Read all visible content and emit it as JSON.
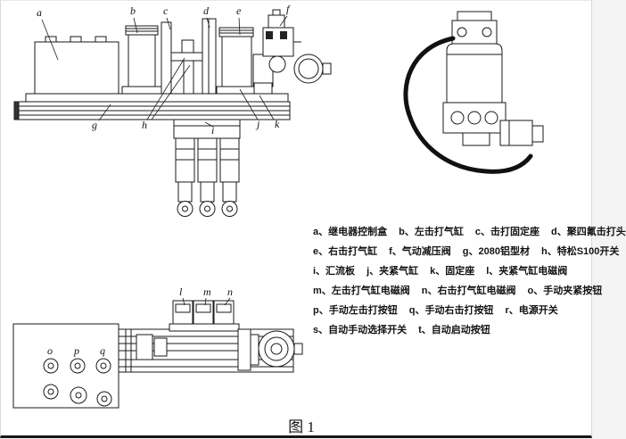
{
  "caption": "图 1",
  "colors": {
    "line": "#1a1a1a",
    "background": "#ffffff"
  },
  "callouts": {
    "side_top": [
      "a",
      "b",
      "c",
      "d",
      "e",
      "f"
    ],
    "side_bottom": [
      "g",
      "h",
      "i",
      "j",
      "k"
    ],
    "top_view_valves": [
      "l",
      "m",
      "n"
    ],
    "panel_buttons": [
      "o",
      "p",
      "q"
    ]
  },
  "legend": {
    "separator": "、",
    "rows": [
      [
        {
          "key": "a",
          "label": "继电器控制盒"
        },
        {
          "key": "b",
          "label": "左击打气缸"
        },
        {
          "key": "c",
          "label": "击打固定座"
        },
        {
          "key": "d",
          "label": "聚四氟击打头"
        }
      ],
      [
        {
          "key": "e",
          "label": "右击打气缸"
        },
        {
          "key": "f",
          "label": "气动减压阀"
        },
        {
          "key": "g",
          "label": "2080铝型材"
        },
        {
          "key": "h",
          "label": "特松S100开关"
        }
      ],
      [
        {
          "key": "i",
          "label": "汇流板"
        },
        {
          "key": "j",
          "label": "夹紧气缸"
        },
        {
          "key": "k",
          "label": "固定座"
        },
        {
          "key": "l",
          "label": "夹紧气缸电磁阀"
        }
      ],
      [
        {
          "key": "m",
          "label": "左击打气缸电磁阀"
        },
        {
          "key": "n",
          "label": "右击打气缸电磁阀"
        },
        {
          "key": "o",
          "label": "手动夹紧按钮"
        }
      ],
      [
        {
          "key": "p",
          "label": "手动左击打按钮"
        },
        {
          "key": "q",
          "label": "手动右击打按钮"
        },
        {
          "key": "r",
          "label": "电源开关"
        }
      ],
      [
        {
          "key": "s",
          "label": "自动手动选择开关"
        },
        {
          "key": "t",
          "label": "自动启动按钮"
        }
      ]
    ]
  }
}
